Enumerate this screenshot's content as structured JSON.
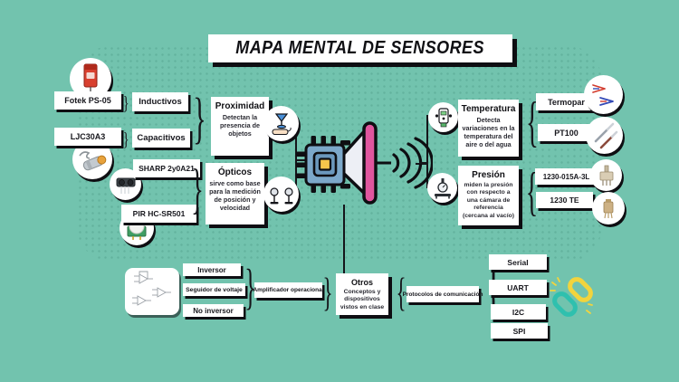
{
  "title": "MAPA MENTAL DE SENSORES",
  "glyphs": {
    "brace_r": "}",
    "brace_l": "{"
  },
  "branches": {
    "proximidad": {
      "title": "Proximidad",
      "description": "Detectan la presencia de objetos",
      "groups": [
        {
          "sensor": "Fotek PS-05",
          "type": "Inductivos"
        },
        {
          "sensor": "LJC30A3",
          "type": "Capacitivos"
        }
      ]
    },
    "opticos": {
      "title": "Ópticos",
      "description": "sirve como base para la medición de posición y velocidad",
      "sensors": [
        "SHARP 2y0A21",
        "PIR HC-SR501"
      ]
    },
    "temperatura": {
      "title": "Temperatura",
      "description": "Detecta variaciones en la temperatura del aire o del agua",
      "sensors": [
        "Termopar",
        "PT100"
      ]
    },
    "presion": {
      "title": "Presión",
      "description": "miden la presión con respecto a una cámara de referencia (cercana al vacío)",
      "sensors": [
        "1230-015A-3L",
        "1230 TE"
      ]
    },
    "otros": {
      "title": "Otros",
      "description": "Conceptos y dispositivos vistos en clase",
      "amplificador": {
        "label": "Amplificador operacional",
        "configs": [
          "Inversor",
          "Seguidor de voltaje",
          "No inversor"
        ]
      },
      "protocolos": {
        "label": "Protocolos de comunicación",
        "items": [
          "Serial",
          "UART",
          "I2C",
          "SPI"
        ]
      }
    }
  },
  "colors": {
    "background": "#72c3ae",
    "ink": "#0e0e12",
    "megaphone_pink": "#e0569e",
    "chip_blue": "#7ca8ca",
    "chip_yellow": "#f6c64b",
    "chain_teal": "#2fc0ae",
    "chain_yellow": "#f2d43d"
  },
  "icons": {
    "center": "chip-megaphone-icon",
    "fotek": "photoelectric-sensor-icon",
    "ljc30a3": "capacitive-sensor-icon",
    "sharp": "ir-distance-sensor-icon",
    "pir": "pir-motion-sensor-icon",
    "proximidad": "hand-holding-sensor-icon",
    "opticos": "optical-sensors-icon",
    "temperatura": "temperature-module-icon",
    "presion": "pressure-gauge-icon",
    "termopar": "thermocouple-wires-icon",
    "pt100": "probe-sensors-icon",
    "s1230a": "pressure-transducer-icon",
    "s1230te": "pressure-transducer-icon",
    "amplificador": "opamp-circuit-icon",
    "protocolos": "chain-link-icon"
  }
}
